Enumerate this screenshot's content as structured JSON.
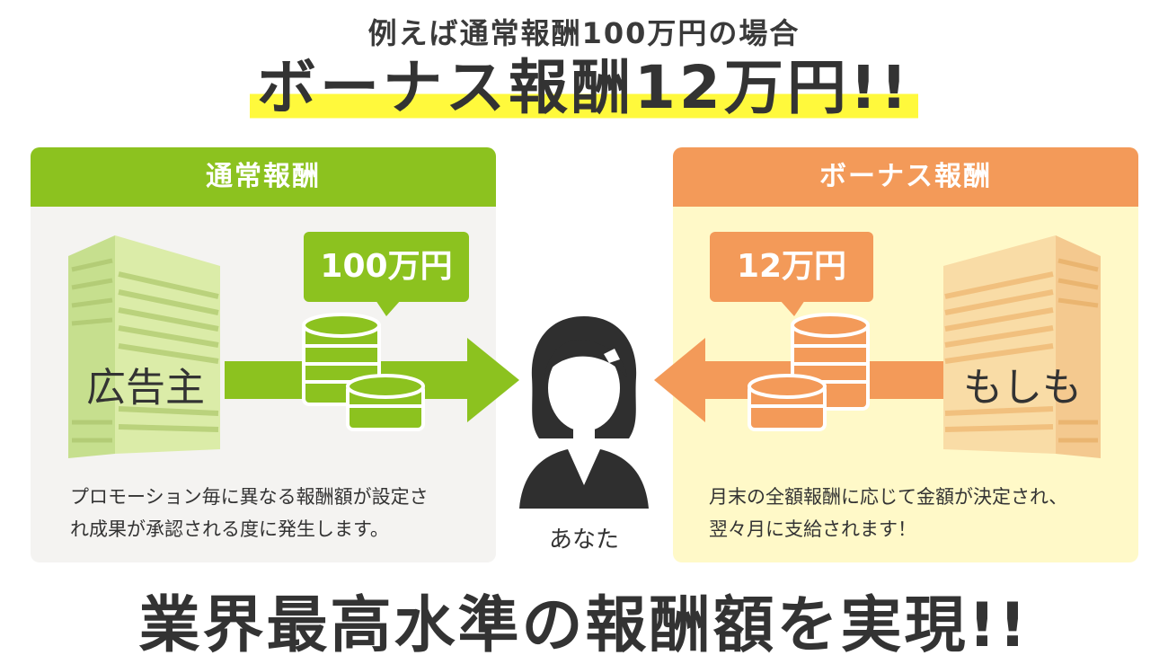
{
  "header": {
    "subtitle": "例えば通常報酬100万円の場合",
    "headline": "ボーナス報酬12万円!!"
  },
  "left_panel": {
    "title": "通常報酬",
    "amount": "100万円",
    "source_label": "広告主",
    "description_line1": "プロモーション毎に異なる報酬額が設定さ",
    "description_line2": "れ成果が承認される度に発生します。",
    "accent_color": "#8cc21f"
  },
  "right_panel": {
    "title": "ボーナス報酬",
    "amount": "12万円",
    "source_label": "もしも",
    "description_line1": "月末の全額報酬に応じて金額が決定され、",
    "description_line2": "翌々月に支給されます！",
    "accent_color": "#f39a59"
  },
  "center": {
    "person_label": "あなた"
  },
  "footer": {
    "title": "業界最高水準の報酬額を実現!!"
  },
  "icons": [
    "building-icon",
    "coin-stack-icon",
    "arrow-right-icon",
    "arrow-left-icon",
    "person-icon"
  ]
}
